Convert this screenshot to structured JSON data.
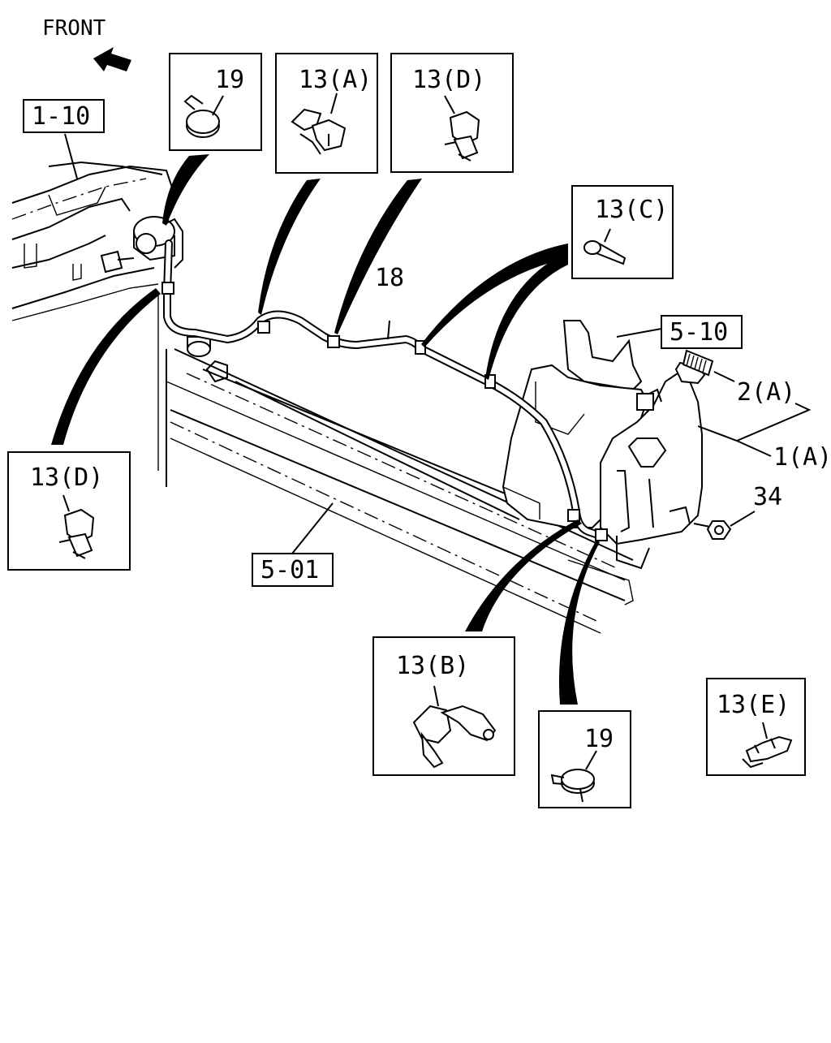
{
  "front_label": "FRONT",
  "refs": {
    "r110": "1-10",
    "r510": "5-10",
    "r501": "5-01"
  },
  "callouts": {
    "c19_top": "19",
    "c13a": "13(A)",
    "c13d_top": "13(D)",
    "c13c": "13(C)",
    "c13d_left": "13(D)",
    "c13b": "13(B)",
    "c19_bottom": "19",
    "c13e": "13(E)"
  },
  "parts": {
    "p18": "18",
    "p2a": "2(A)",
    "p1a": "1(A)",
    "p34": "34"
  }
}
